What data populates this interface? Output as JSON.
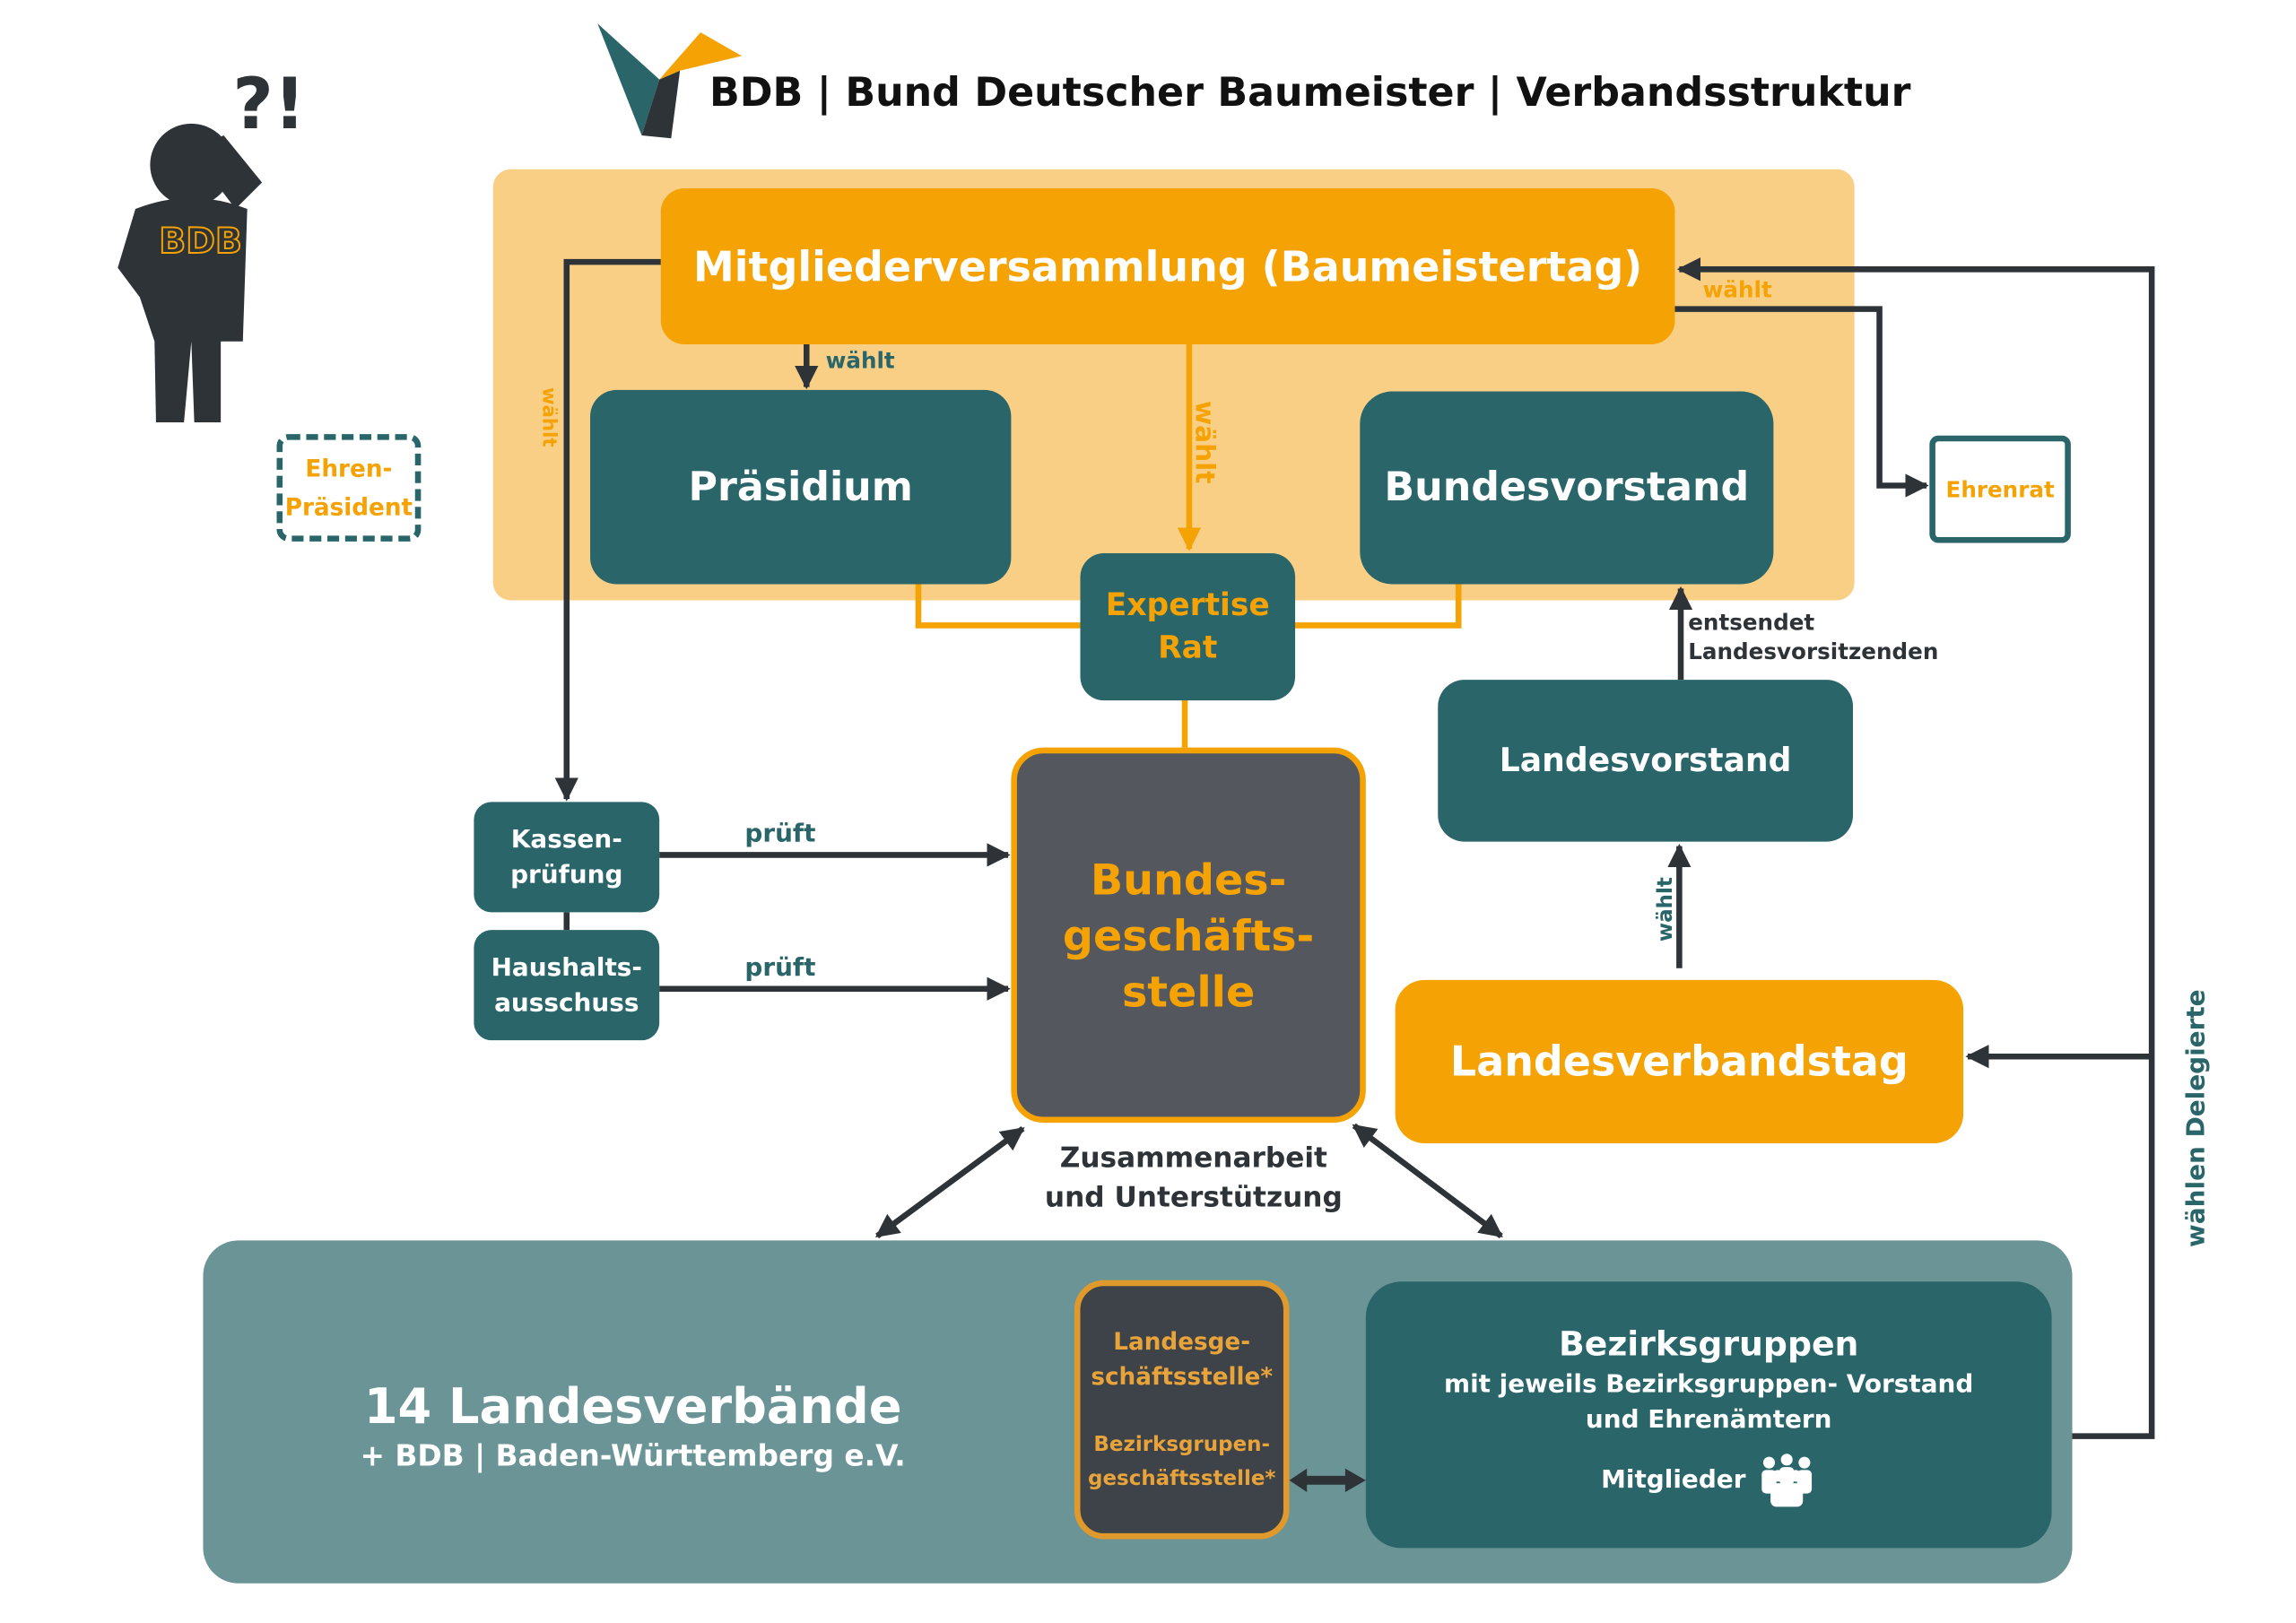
{
  "header": {
    "title": "BDB | Bund Deutscher Baumeister | Verbandsstruktur",
    "logo_icon": "bdb-logo-icon"
  },
  "person": {
    "icon": "confused-person-icon",
    "marks": "?!",
    "shirt_text": "BDB"
  },
  "colors": {
    "teal": "#296569",
    "orange": "#f5a205",
    "light_orange": "#f9cf86",
    "dark": "#2e3338",
    "grey_box": "#54585e",
    "bottom_panel": "#6b9496"
  },
  "nodes": {
    "mitgliederversammlung": "Mitgliederversammlung (Baumeistertag)",
    "praesidium": "Präsidium",
    "bundesvorstand": "Bundesvorstand",
    "expertise_rat": [
      "Expertise",
      "Rat"
    ],
    "ehrenpraesident": [
      "Ehren-",
      "Präsident"
    ],
    "ehrenrat": "Ehrenrat",
    "kassenpruefung": [
      "Kassen-",
      "prüfung"
    ],
    "haushaltsausschuss": [
      "Haushalts-",
      "ausschuss"
    ],
    "bundesgeschaeftsstelle": [
      "Bundes-",
      "geschäfts-",
      "stelle"
    ],
    "landesvorstand": "Landesvorstand",
    "landesverbandstag": "Landesverbandstag",
    "landesverbaende": {
      "title": "14 Landesverbände",
      "subtitle": "+ BDB | Baden-Württemberg e.V."
    },
    "geschaeftsstellen": {
      "landes": [
        "Landesge-",
        "schäftsstelle*"
      ],
      "bezirks": [
        "Bezirksgrupen-",
        "geschäftsstelle*"
      ]
    },
    "bezirksgruppen": {
      "title": "Bezirksgruppen",
      "line1": "mit jeweils Bezirksgruppen- Vorstand",
      "line2": "und Ehrenämtern",
      "members": "Mitglieder",
      "members_icon": "group-people-icon"
    }
  },
  "edges": {
    "waehlt": "wählt",
    "prueft": "prüft",
    "entsendet": [
      "entsendet",
      "Landesvorsitzenden"
    ],
    "zusammenarbeit": [
      "Zusammenarbeit",
      "und Unterstützung"
    ],
    "waehlen_delegierte": "wählen Delegierte"
  }
}
